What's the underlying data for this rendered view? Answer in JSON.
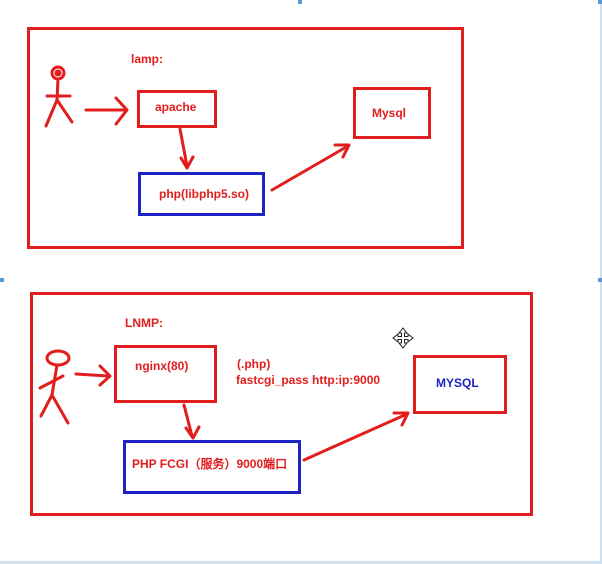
{
  "lamp": {
    "title": "lamp:",
    "apache": "apache",
    "php": "php(libphp5.so)",
    "mysql": "Mysql"
  },
  "lnmp": {
    "title": "LNMP:",
    "nginx": "nginx(80)",
    "php_note": "(.php)",
    "fastcgi_note": "fastcgi_pass http:ip:9000",
    "php_fcgi": "PHP FCGI（服务）9000端口",
    "mysql": "MYSQL"
  },
  "colors": {
    "red": "#e21d1d",
    "blue": "#1c24c4"
  }
}
